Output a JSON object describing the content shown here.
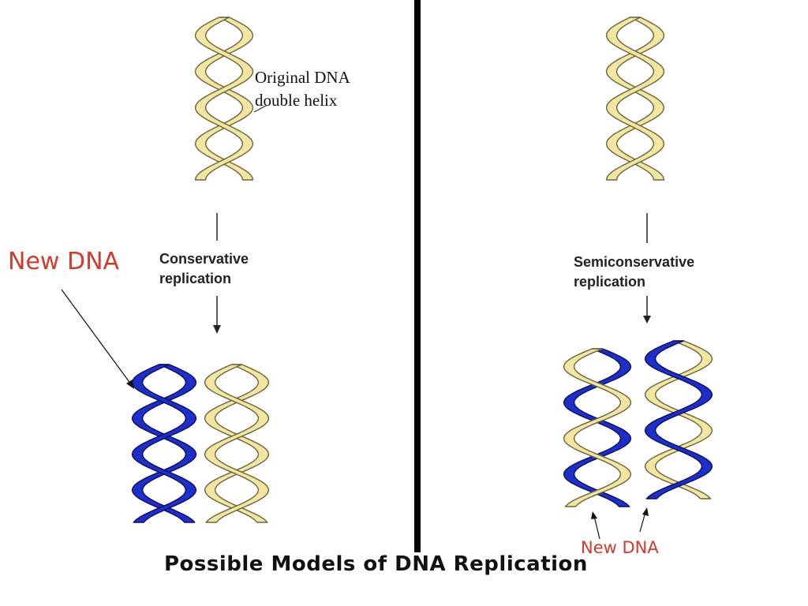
{
  "labels": {
    "original_line1": "Original DNA",
    "original_line2": "double helix",
    "conservative_line1": "Conservative",
    "conservative_line2": "replication",
    "semiconservative_line1": "Semiconservative",
    "semiconservative_line2": "replication",
    "new_dna_left": "New DNA",
    "new_dna_right": "New DNA",
    "title": "Possible Models of DNA Replication"
  },
  "colors": {
    "original_strand": "#f2e6a0",
    "original_outline": "#6b6440",
    "new_strand": "#1d2fc8",
    "new_outline": "#0a0f60",
    "divider": "#000000",
    "annotation": "#d23a2a"
  }
}
